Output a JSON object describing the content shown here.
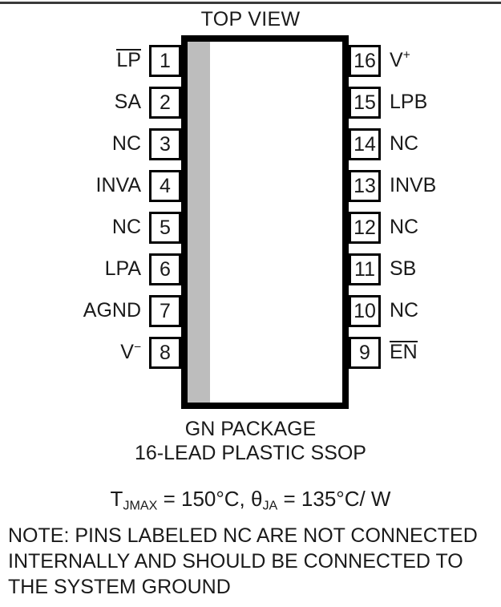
{
  "diagram": {
    "view_title": "TOP VIEW",
    "package_name": "GN PACKAGE",
    "lead_description": "16-LEAD PLASTIC SSOP",
    "thermal": {
      "tjmax_symbol": "T",
      "tjmax_subscript": "JMAX",
      "tjmax_value": " = 150°C, ",
      "theta_symbol": "θ",
      "theta_subscript": "JA",
      "theta_value": " = 135°C/ W"
    },
    "note_text": "NOTE: PINS LABELED NC ARE NOT CONNECTED INTERNALLY AND SHOULD BE CONNECTED TO THE SYSTEM GROUND",
    "colors": {
      "body_border": "#000000",
      "stripe": "#bdbdbd",
      "text": "#1a1a1a",
      "background": "#ffffff"
    },
    "pins_left": [
      {
        "number": "1",
        "label": "LP",
        "overline": true,
        "sup": ""
      },
      {
        "number": "2",
        "label": "SA",
        "overline": false,
        "sup": ""
      },
      {
        "number": "3",
        "label": "NC",
        "overline": false,
        "sup": ""
      },
      {
        "number": "4",
        "label": "INVA",
        "overline": false,
        "sup": ""
      },
      {
        "number": "5",
        "label": "NC",
        "overline": false,
        "sup": ""
      },
      {
        "number": "6",
        "label": "LPA",
        "overline": false,
        "sup": ""
      },
      {
        "number": "7",
        "label": "AGND",
        "overline": false,
        "sup": ""
      },
      {
        "number": "8",
        "label": "V",
        "overline": false,
        "sup": "−"
      }
    ],
    "pins_right": [
      {
        "number": "16",
        "label": "V",
        "overline": false,
        "sup": "+"
      },
      {
        "number": "15",
        "label": "LPB",
        "overline": false,
        "sup": ""
      },
      {
        "number": "14",
        "label": "NC",
        "overline": false,
        "sup": ""
      },
      {
        "number": "13",
        "label": "INVB",
        "overline": false,
        "sup": ""
      },
      {
        "number": "12",
        "label": "NC",
        "overline": false,
        "sup": ""
      },
      {
        "number": "11",
        "label": "SB",
        "overline": false,
        "sup": ""
      },
      {
        "number": "10",
        "label": "NC",
        "overline": false,
        "sup": ""
      },
      {
        "number": "9",
        "label": "EN",
        "overline": true,
        "sup": ""
      }
    ]
  }
}
